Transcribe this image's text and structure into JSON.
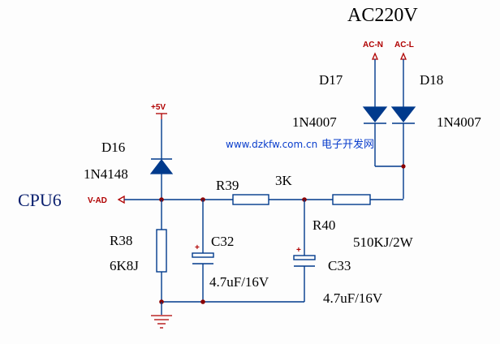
{
  "title": "AC220V",
  "cpu_label": "CPU6",
  "nets": {
    "v_ad": "V-AD",
    "plus5v": "+5V",
    "ac_n": "AC-N",
    "ac_l": "AC-L"
  },
  "components": {
    "d16": {
      "ref": "D16",
      "value": "1N4148"
    },
    "d17": {
      "ref": "D17",
      "value": "1N4007"
    },
    "d18": {
      "ref": "D18",
      "value": "1N4007"
    },
    "r39": {
      "ref": "R39",
      "value": "3K"
    },
    "r40": {
      "ref": "R40",
      "value": "510KJ/2W"
    },
    "r38": {
      "ref": "R38",
      "value": "6K8J"
    },
    "c32": {
      "ref": "C32",
      "value": "4.7uF/16V"
    },
    "c33": {
      "ref": "C33",
      "value": "4.7uF/16V"
    }
  },
  "watermark": {
    "url": "www.dzkfw.com.cn",
    "site": "电子开发网"
  },
  "colors": {
    "wire": "#003a8c",
    "node": "#8b0000",
    "net_label": "#b00000",
    "watermark": "#0a3ecc"
  }
}
